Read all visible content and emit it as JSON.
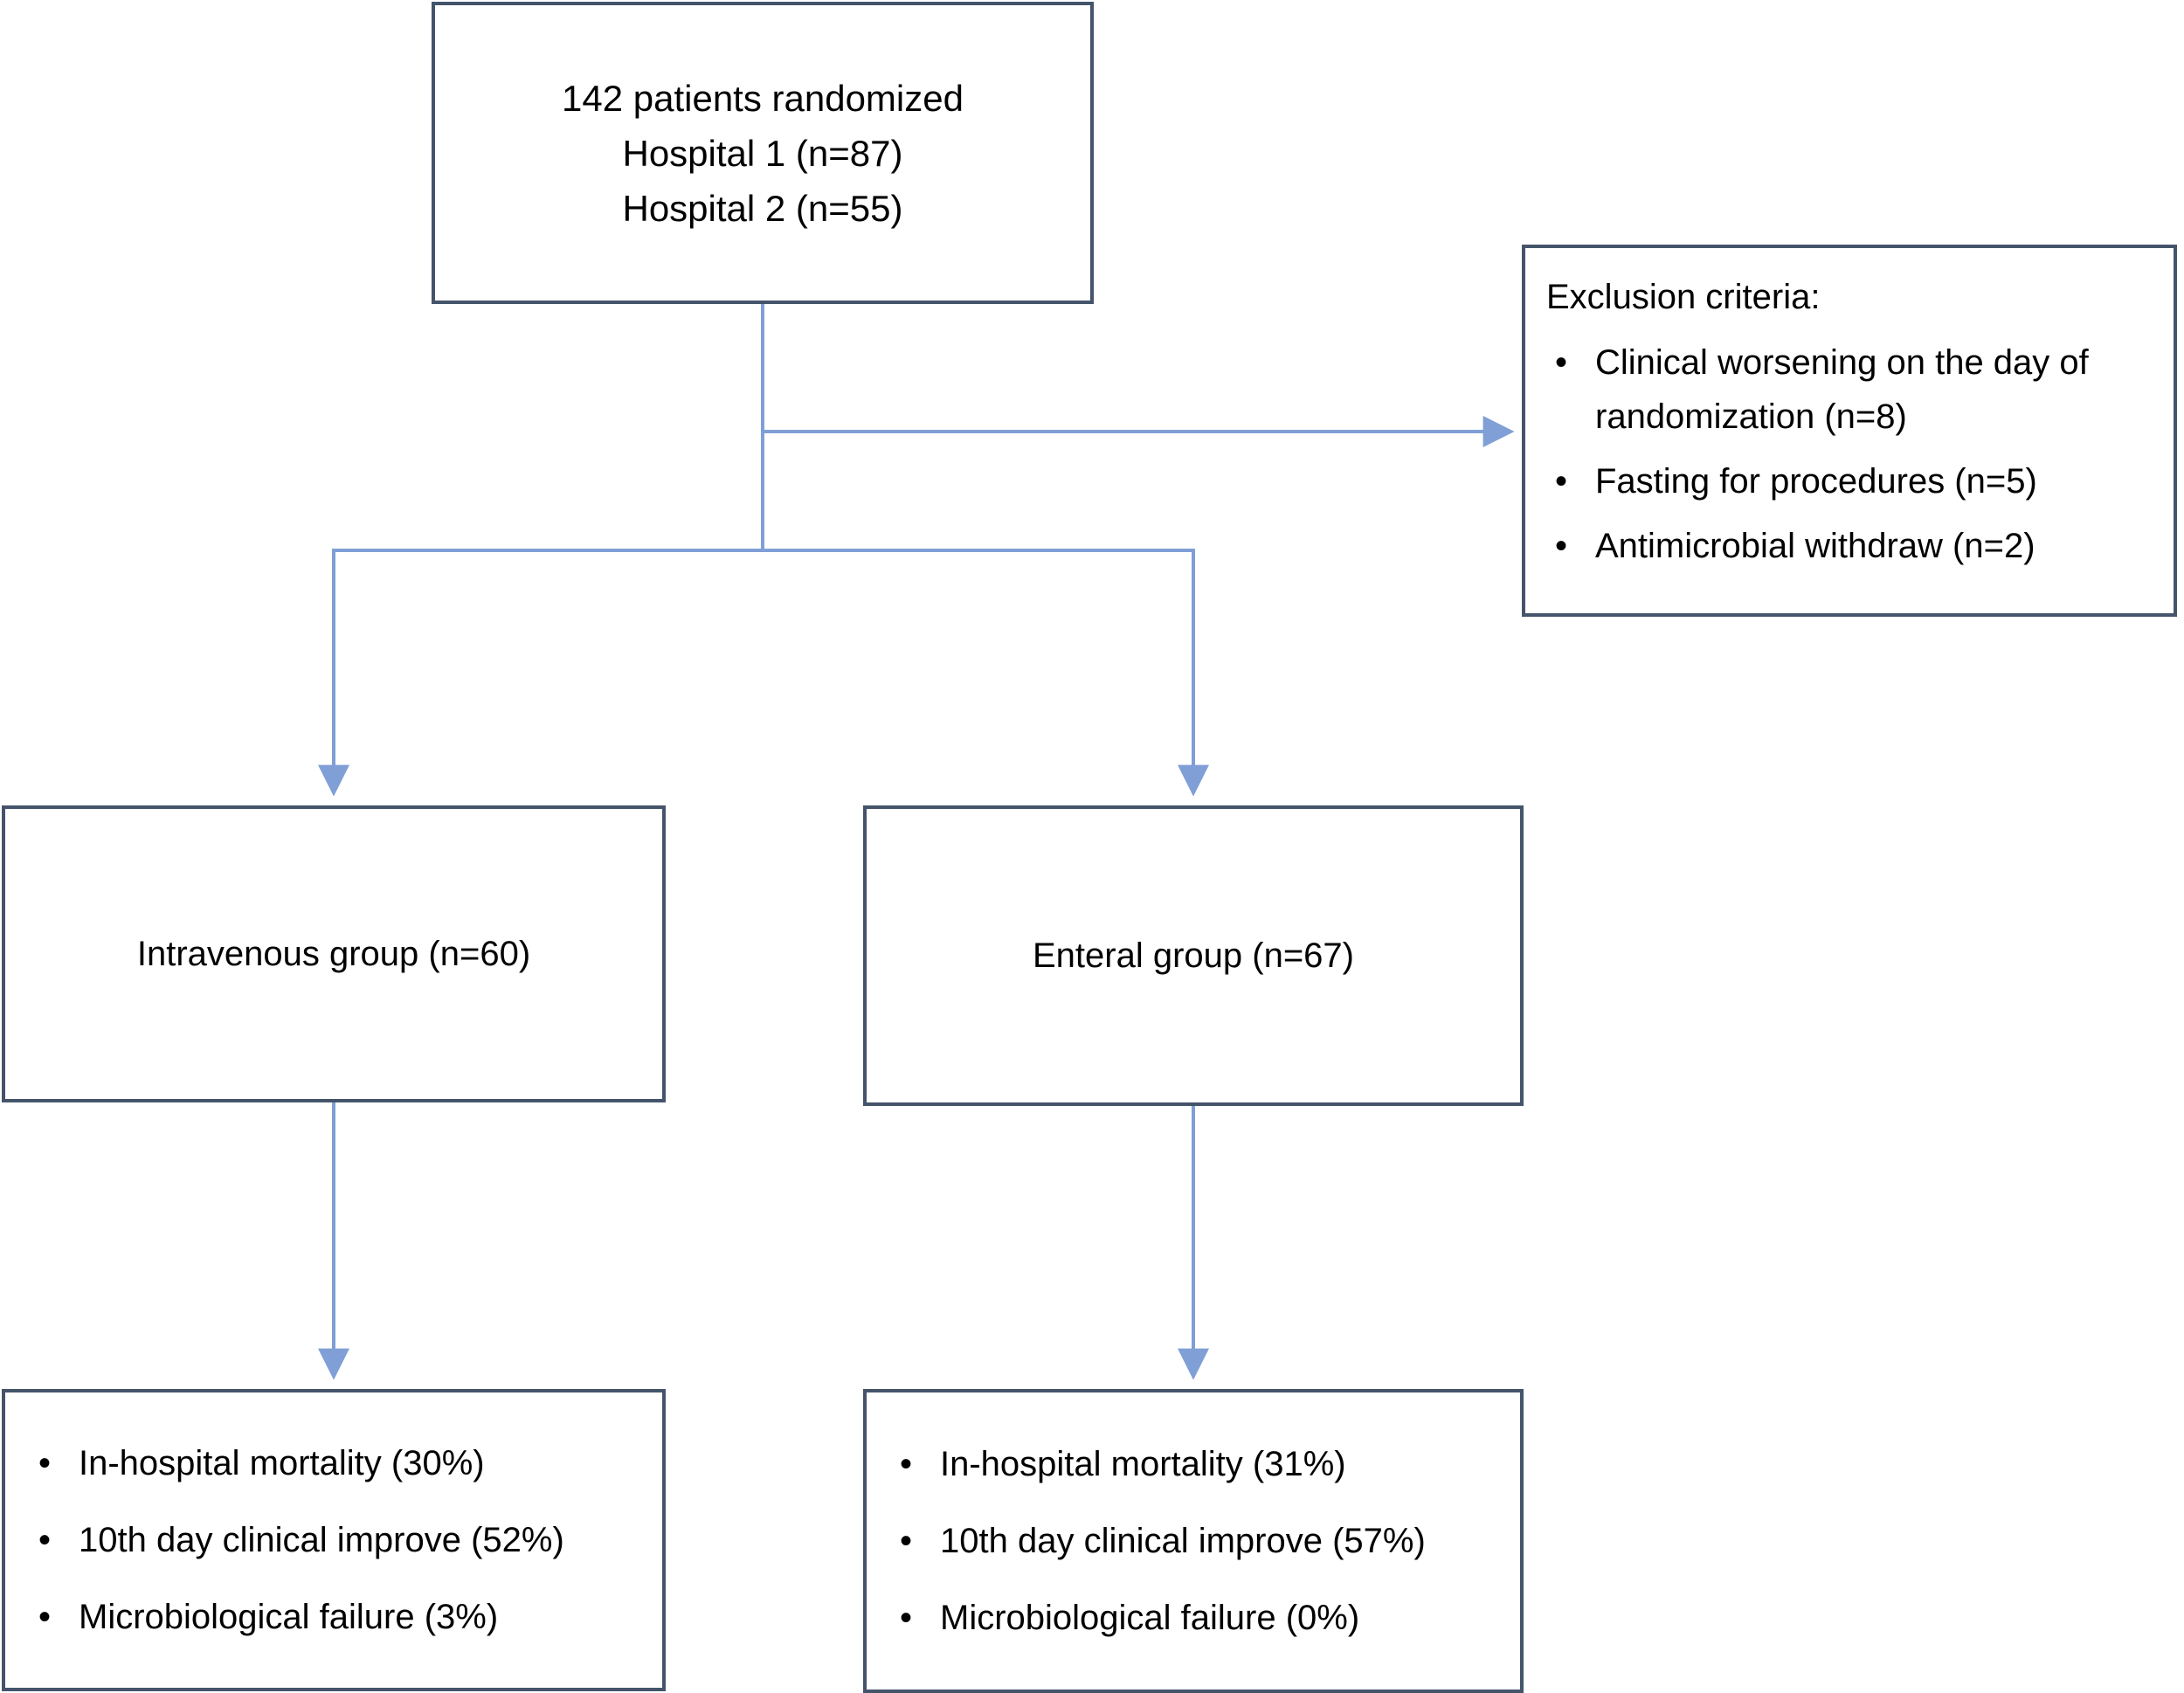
{
  "bullet": "•",
  "colors": {
    "box_border": "#44546a",
    "arrow": "#7f9fd6",
    "text": "#000000",
    "background": "#ffffff"
  },
  "top_box": {
    "lines": [
      "142 patients randomized",
      "Hospital 1 (n=87)",
      "Hospital 2 (n=55)"
    ]
  },
  "exclusion_box": {
    "title": "Exclusion criteria:",
    "items": [
      "Clinical worsening on the day of randomization (n=8)",
      "Fasting for procedures (n=5)",
      "Antimicrobial withdraw (n=2)"
    ]
  },
  "groups": {
    "intravenous": {
      "label": "Intravenous group (n=60)"
    },
    "enteral": {
      "label": "Enteral group (n=67)"
    }
  },
  "outcomes": {
    "intravenous": {
      "items": [
        "In-hospital mortality (30%)",
        "10th day clinical improve (52%)",
        "Microbiological failure (3%)"
      ]
    },
    "enteral": {
      "items": [
        "In-hospital mortality (31%)",
        "10th day clinical improve (57%)",
        "Microbiological failure (0%)"
      ]
    }
  }
}
